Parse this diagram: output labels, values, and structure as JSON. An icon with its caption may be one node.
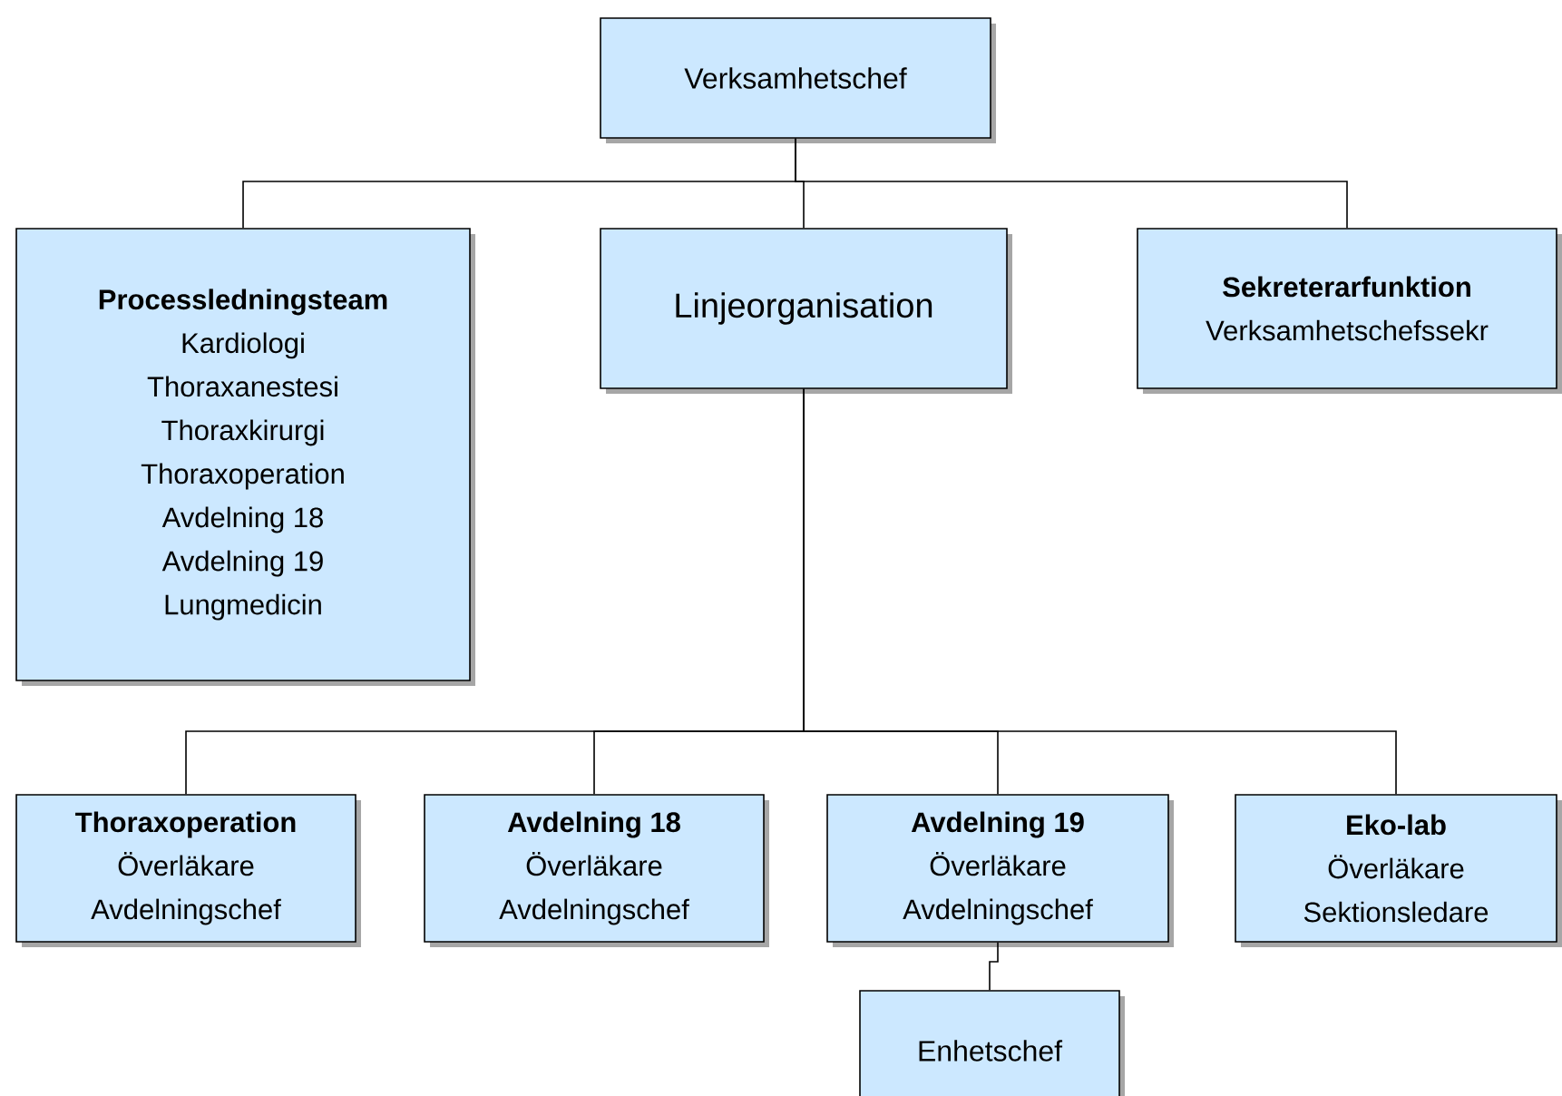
{
  "diagram": {
    "nodes": [
      {
        "text": [
          "Verksamhetschef"
        ]
      },
      {
        "text": [
          "Processledningsteam",
          "Kardiologi",
          "Thoraxanestesi",
          "Thoraxkirurgi",
          "Thoraxoperation",
          "Avdelning 18",
          "Avdelning 19",
          "Lungmedicin"
        ]
      },
      {
        "text": [
          "Linjeorganisation"
        ]
      },
      {
        "text": [
          "Sekreterarfunktion",
          "Verksamhetschefssekr"
        ]
      },
      {
        "text": [
          "Thoraxoperation",
          "Överläkare",
          "Avdelningschef"
        ]
      },
      {
        "text": [
          "Avdelning 18",
          "Överläkare",
          "Avdelningschef"
        ]
      },
      {
        "text": [
          "Avdelning 19",
          "Överläkare",
          "Avdelningschef"
        ]
      },
      {
        "text": [
          "Eko-lab",
          "Överläkare",
          "Sektionsledare"
        ]
      },
      {
        "text": [
          "Enhetschef"
        ]
      }
    ],
    "edges": [
      {
        "from": 0,
        "to": 1,
        "arrow": "none"
      },
      {
        "from": 0,
        "to": 2,
        "arrow": "none"
      },
      {
        "from": 0,
        "to": 3,
        "arrow": "none"
      },
      {
        "from": 2,
        "to": 4,
        "arrow": "none"
      },
      {
        "from": 2,
        "to": 5,
        "arrow": "none"
      },
      {
        "from": 2,
        "to": 6,
        "arrow": "none"
      },
      {
        "from": 2,
        "to": 7,
        "arrow": "none"
      },
      {
        "from": 6,
        "to": 8,
        "arrow": "none"
      }
    ]
  }
}
